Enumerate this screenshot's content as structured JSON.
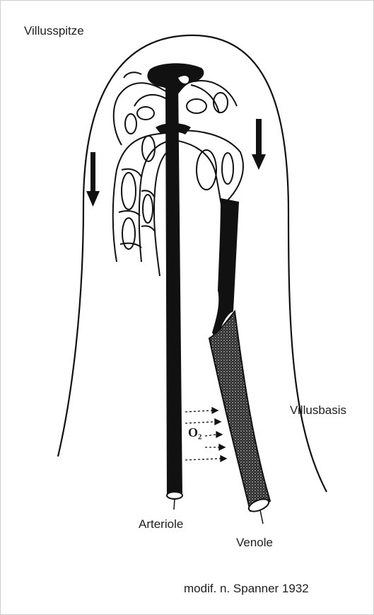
{
  "labels": {
    "tip": "Villusspitze",
    "base": "Villusbasis",
    "arteriole": "Arteriole",
    "venole": "Venole",
    "o2": "O₂",
    "credit": "modif. n. Spanner 1932"
  },
  "colors": {
    "ink": "#111111",
    "background": "#ffffff",
    "frame": "#cfcfcf"
  }
}
